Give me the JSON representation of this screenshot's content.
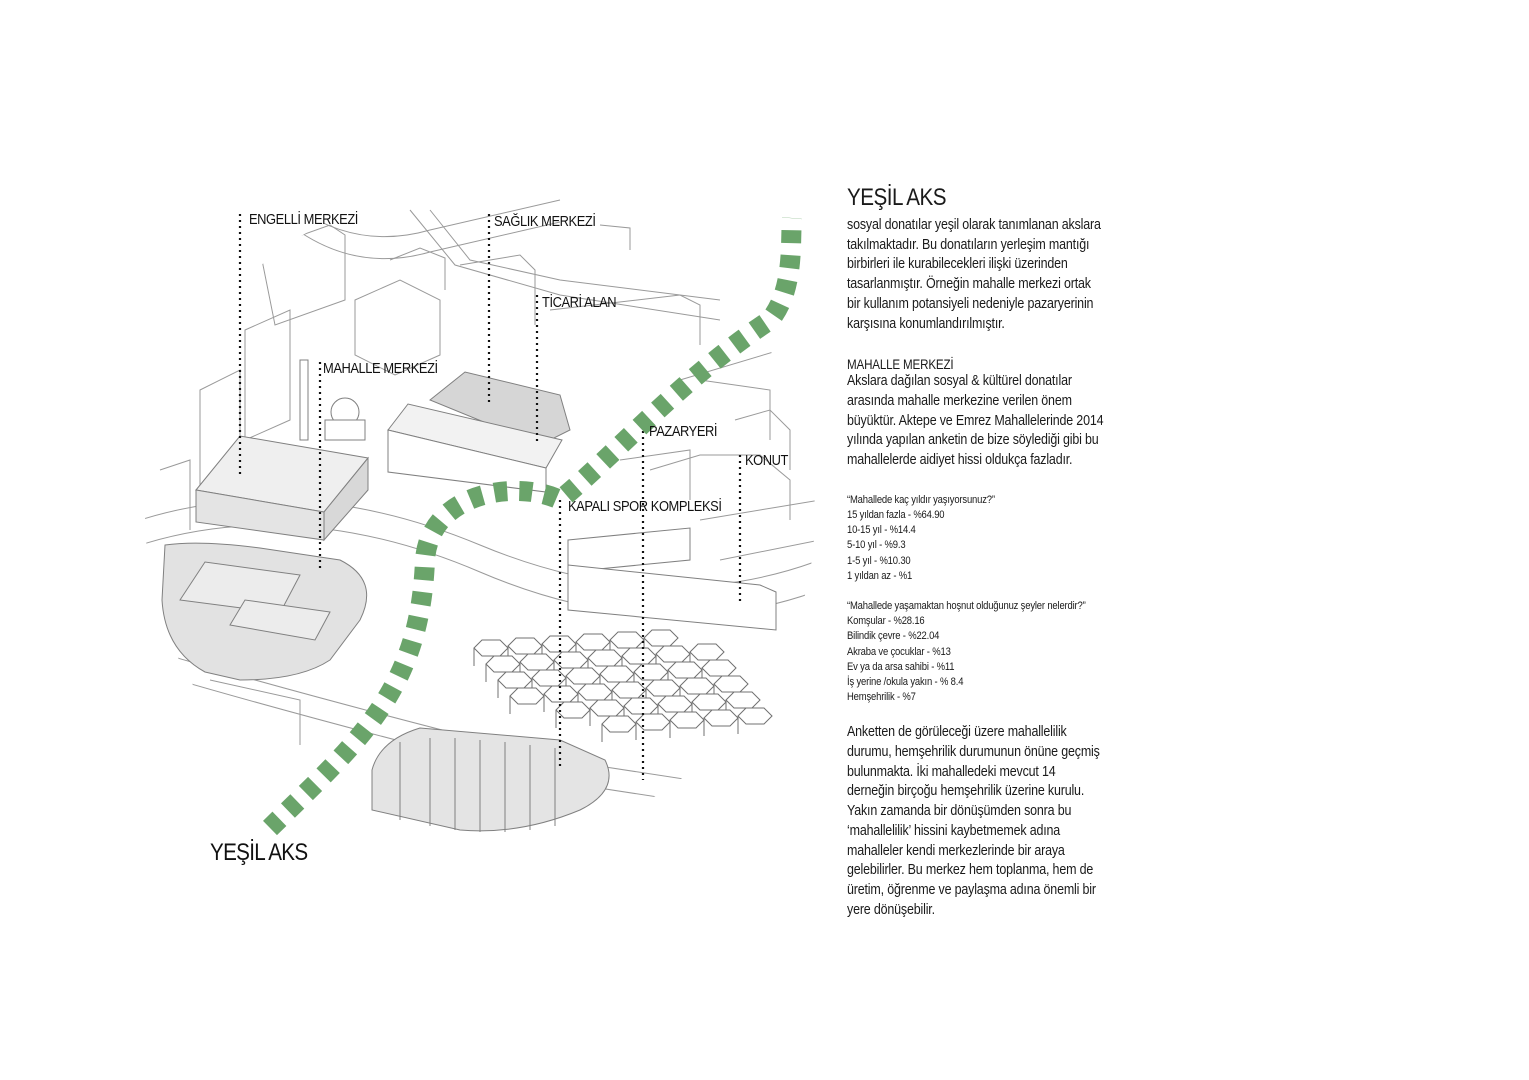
{
  "diagram": {
    "axis_label": "YEŞİL AKS",
    "axis_color": "#6aa46a",
    "building_fill": "#e4e4e4",
    "line_color": "#8a8a8a",
    "labels": {
      "engelli": "ENGELLİ MERKEZİ",
      "saglik": "SAĞLIK MERKEZİ",
      "ticari": "TİCARİ ALAN",
      "mahalle": "MAHALLE MERKEZİ",
      "pazaryeri": "PAZARYERİ",
      "konut": "KONUT",
      "spor": "KAPALI SPOR KOMPLEKSİ"
    }
  },
  "panel": {
    "title": "YEŞİL AKS",
    "intro": "sosyal donatılar yeşil olarak tanımlanan akslara takılmaktadır. Bu donatıların yerleşim mantığı birbirleri ile kurabilecekleri ilişki üzerinden tasarlanmıştır. Örneğin mahalle merkezi ortak bir kullanım potansiyeli nedeniyle pazaryerinin karşısına konumlandırılmıştır.",
    "subheading": "MAHALLE MERKEZİ",
    "body": "Akslara dağılan sosyal & kültürel donatılar arasında mahalle merkezine verilen önem büyüktür. Aktepe ve Emrez Mahallelerinde 2014 yılında yapılan anketin de bize söylediği gibi bu mahallelerde aidiyet hissi oldukça fazladır.",
    "survey1": {
      "question": "“Mahallede kaç yıldır yaşıyorsunuz?”",
      "answers": [
        "15 yıldan fazla - %64.90",
        "10-15 yıl - %14.4",
        "5-10 yıl - %9.3",
        "1-5 yıl - %10.30",
        "1 yıldan az - %1"
      ]
    },
    "survey2": {
      "question": "“Mahallede yaşamaktan hoşnut olduğunuz şeyler nelerdir?”",
      "answers": [
        "Komşular - %28.16",
        "Bilindik çevre - %22.04",
        "Akraba ve çocuklar - %13",
        "Ev ya da arsa sahibi - %11",
        "İş yerine /okula yakın - % 8.4",
        "Hemşehrilik - %7"
      ]
    },
    "conclusion": "Anketten de görüleceği üzere mahallelilik durumu, hemşehrilik durumunun önüne geçmiş bulunmakta. İki mahalledeki mevcut 14 derneğin birçoğu hemşehrilik üzerine kurulu. Yakın zamanda bir dönüşümden sonra bu ‘mahallelilik’ hissini kaybetmemek adına mahalleler kendi merkezlerinde bir araya gelebilirler. Bu merkez hem toplanma, hem de üretim, öğrenme ve paylaşma adına önemli bir yere dönüşebilir."
  }
}
